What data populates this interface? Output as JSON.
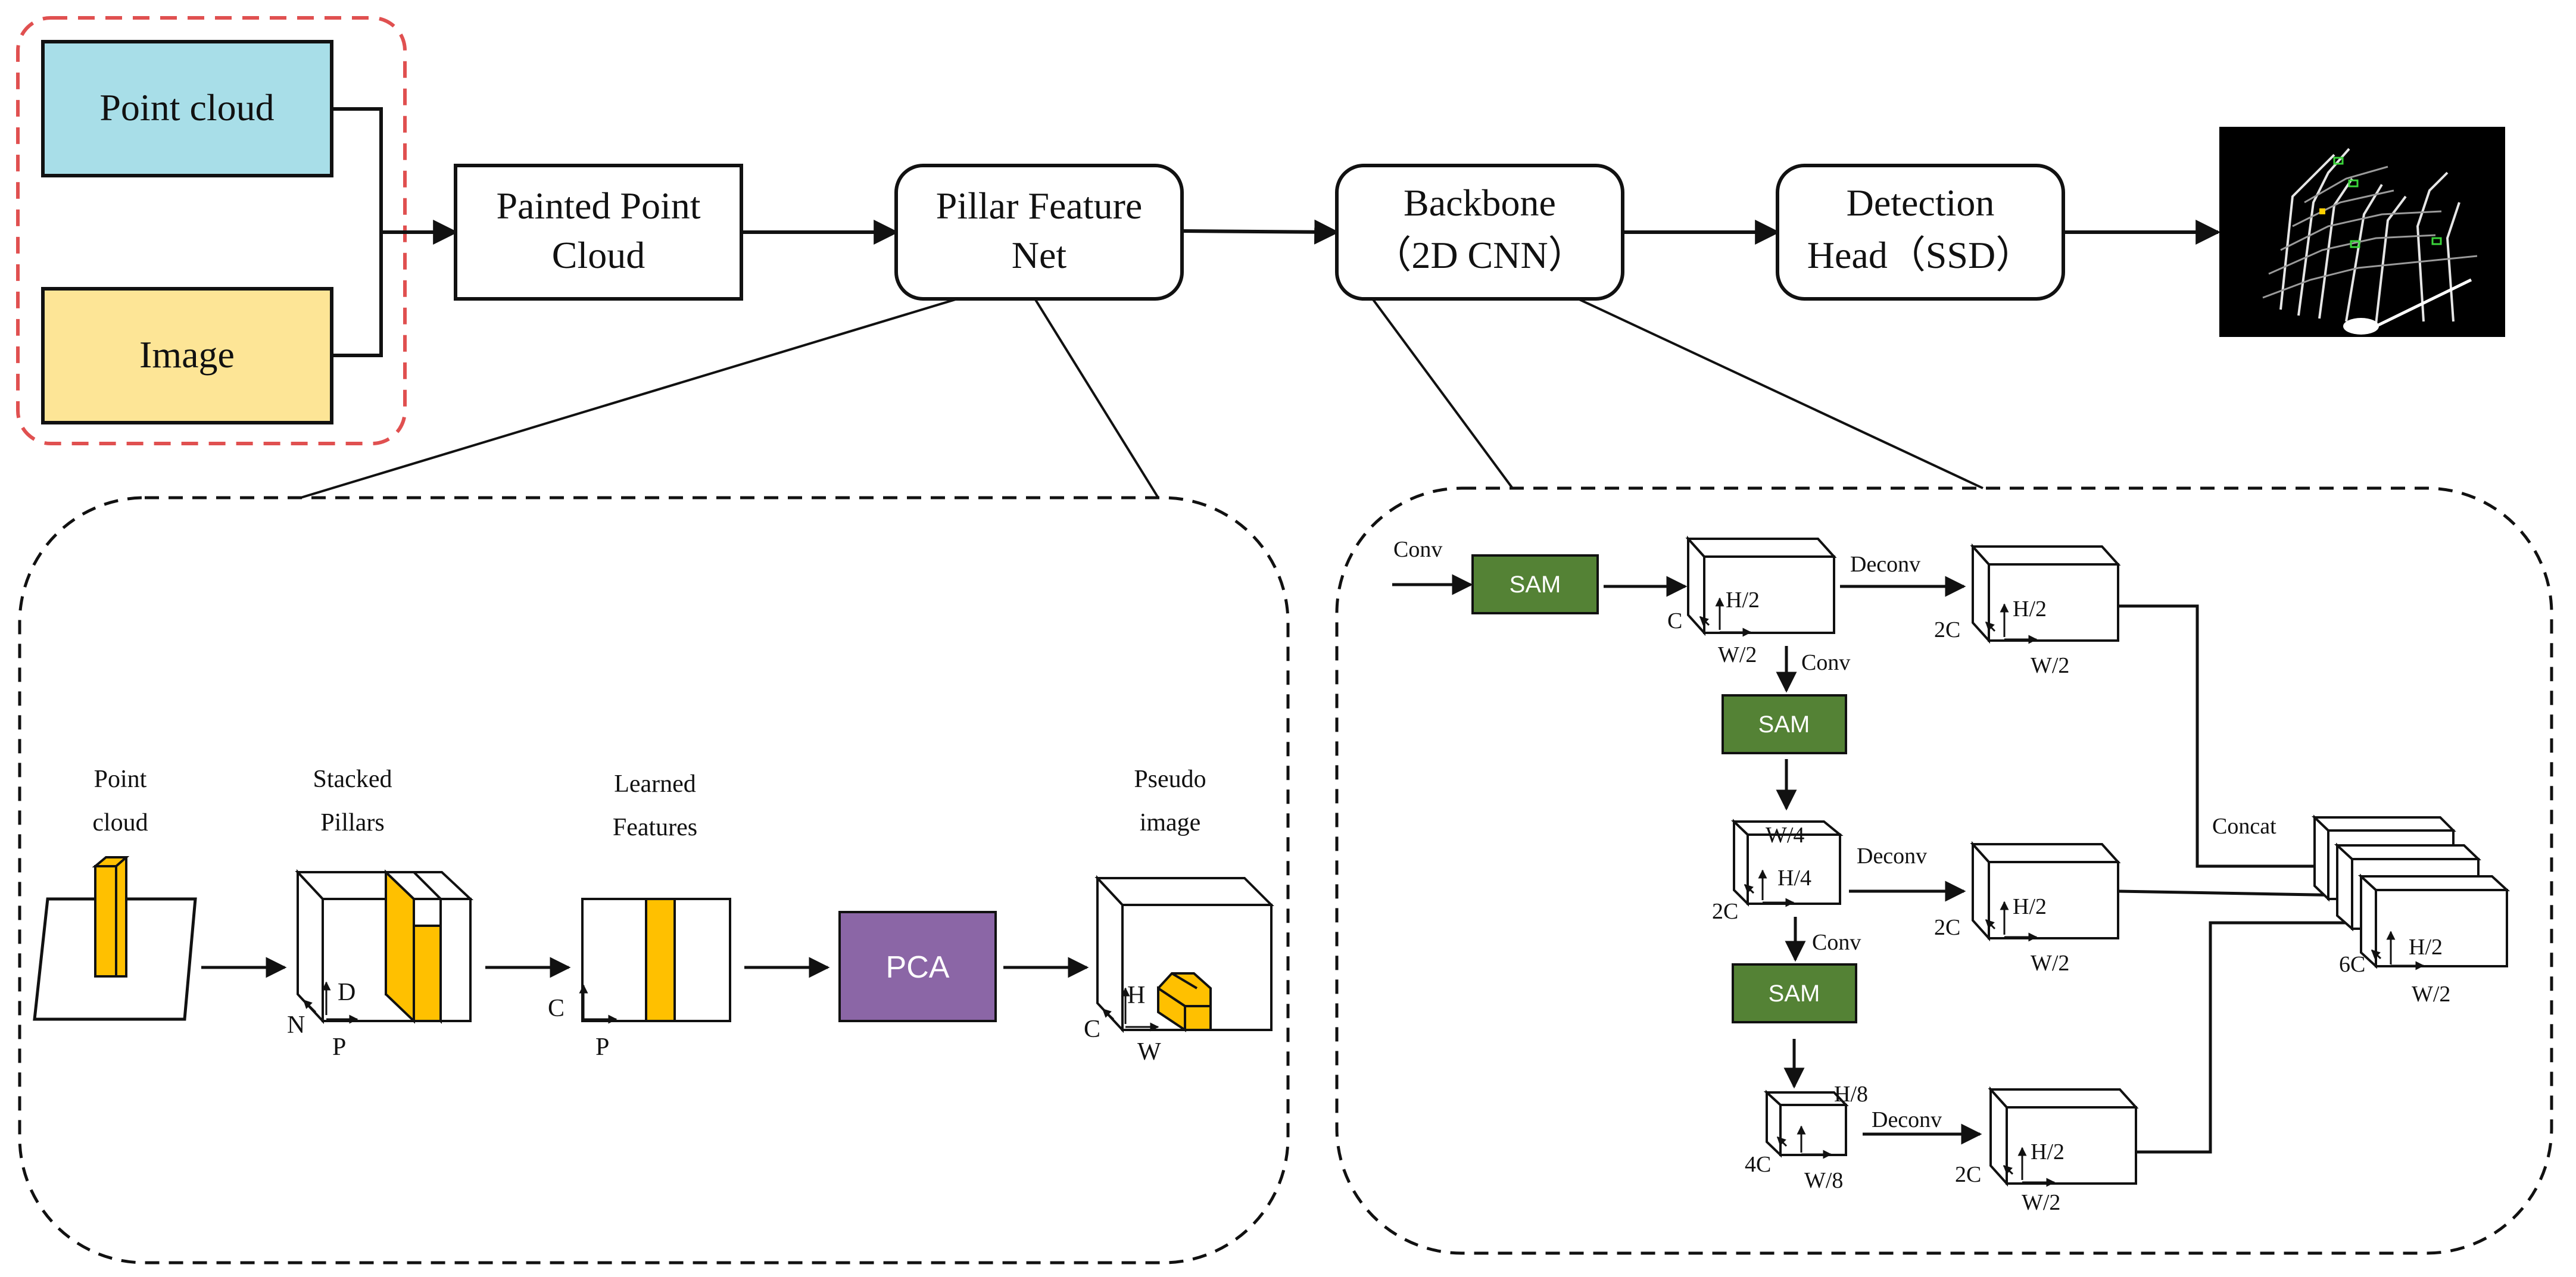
{
  "inputs": {
    "point_cloud": "Point cloud",
    "image": "Image"
  },
  "pipeline": {
    "painted": [
      "Painted Point",
      "Cloud"
    ],
    "pfn": [
      "Pillar Feature",
      "Net"
    ],
    "backbone": [
      "Backbone",
      "（2D CNN）"
    ],
    "head": [
      "Detection",
      "Head（SSD）"
    ]
  },
  "pfn_detail": {
    "point_cloud_label": [
      "Point",
      "cloud"
    ],
    "stacked_label": [
      "Stacked",
      "Pillars"
    ],
    "learned_label": [
      "Learned",
      "Features"
    ],
    "pseudo_label": [
      "Pseudo",
      "image"
    ],
    "pca": "PCA",
    "axes": {
      "n": "N",
      "d": "D",
      "p": "P",
      "c": "C",
      "h": "H",
      "w": "W"
    }
  },
  "backbone_detail": {
    "conv": "Conv",
    "deconv": "Deconv",
    "sam": "SAM",
    "concat": "Concat",
    "labels": {
      "c": "C",
      "h2": "H/2",
      "w2": "W/2",
      "c2": "2C",
      "w4": "W/4",
      "h4": "H/4",
      "h8": "H/8",
      "c4": "4C",
      "w8": "W/8",
      "c6": "6C"
    }
  },
  "colors": {
    "point_cloud": "#a8dee8",
    "image": "#fde596",
    "pillar": "#ffc000",
    "sam": "#548235",
    "pca": "#8b66a6",
    "dashed_input": "#e05050"
  }
}
